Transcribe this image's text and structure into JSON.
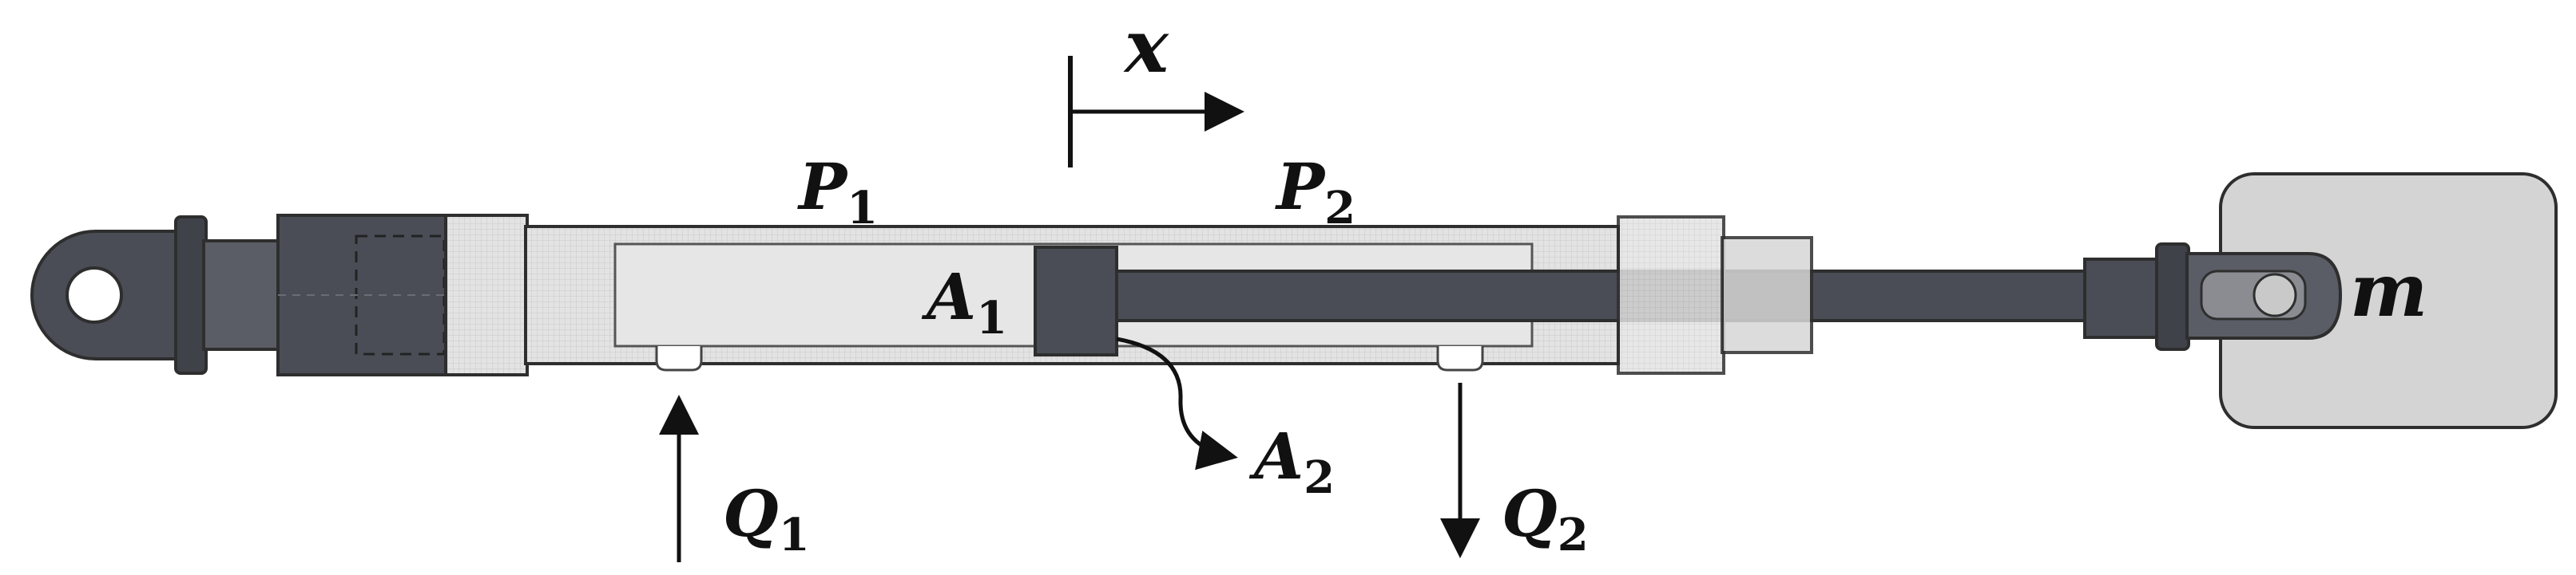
{
  "labels": {
    "x": "x",
    "p1": "P",
    "p1_sub": "1",
    "p2": "P",
    "p2_sub": "2",
    "a1": "A",
    "a1_sub": "1",
    "a2": "A",
    "a2_sub": "2",
    "q1": "Q",
    "q1_sub": "1",
    "q2": "Q",
    "q2_sub": "2",
    "m": "m"
  },
  "colors": {
    "dark_metal": "#4a4d55",
    "mid_metal": "#6a6d75",
    "light_metal": "#a5a7ad",
    "cylinder_fill": "#dedede",
    "mass_fill": "#d4d4d4",
    "outline": "#2e2e2e"
  }
}
